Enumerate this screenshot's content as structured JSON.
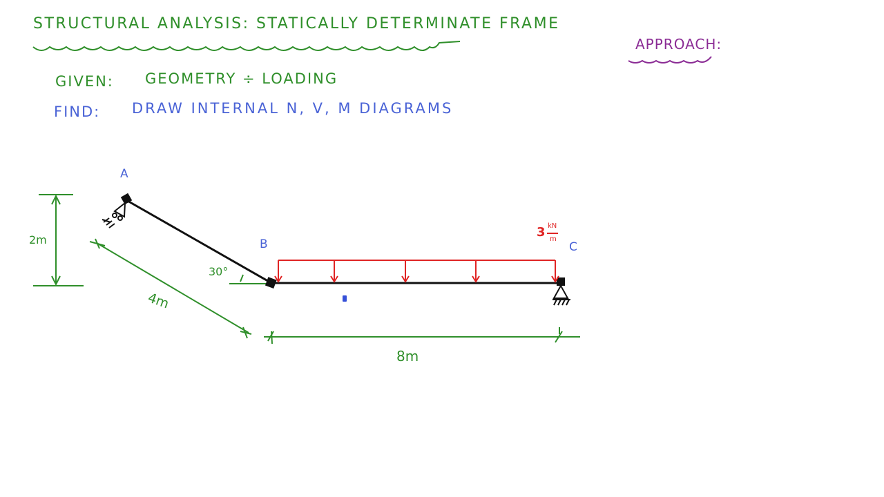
{
  "header": {
    "title": "STRUCTURAL ANALYSIS: STATICALLY DETERMINATE FRAME",
    "approach_label": "APPROACH:"
  },
  "problem": {
    "given_label": "GIVEN:",
    "given_text": "GEOMETRY ÷ LOADING",
    "find_label": "FIND:",
    "find_text": "DRAW INTERNAL N, V, M DIAGRAMS"
  },
  "diagram": {
    "nodes": {
      "a": "A",
      "b": "B",
      "c": "C"
    },
    "dimensions": {
      "vertical_height": "2m",
      "inclined_length": "4m",
      "horizontal_span": "8m",
      "angle": "30°"
    },
    "load": {
      "magnitude": "3",
      "unit_numerator": "kN",
      "unit_denominator": "m"
    }
  },
  "colors": {
    "title_green": "#2f8f2a",
    "label_blue": "#4a63d6",
    "approach_purple": "#8b2c95",
    "load_red": "#e02424",
    "member_black": "#111111"
  }
}
